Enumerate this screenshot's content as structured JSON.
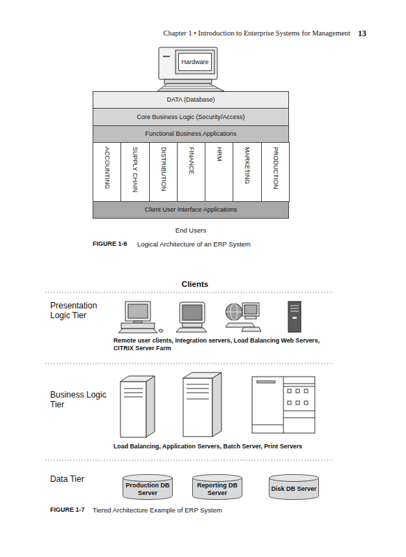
{
  "diagram": {
    "nodes": [
      {
        "text": [
          "Hardware"
        ]
      },
      {
        "text": [
          "DATA (Database)"
        ]
      },
      {
        "text": [
          "Core Business Logic (Security/Access)"
        ]
      },
      {
        "text": [
          "Functional Business Applications"
        ]
      },
      {
        "text": [
          "ACCOUNTING"
        ]
      },
      {
        "text": [
          "SUPPLY CHAIN"
        ]
      },
      {
        "text": [
          "DISTRIBUTION"
        ]
      },
      {
        "text": [
          "FINANCE"
        ]
      },
      {
        "text": [
          "HRM"
        ]
      },
      {
        "text": [
          "MARKETING"
        ]
      },
      {
        "text": [
          "PRODUCTION"
        ]
      },
      {
        "text": [
          "Client User Interface Applications"
        ]
      },
      {
        "text": [
          "Production DB Server"
        ]
      },
      {
        "text": [
          "Reporting DB Server"
        ]
      },
      {
        "text": [
          "Disk DB Server"
        ]
      }
    ],
    "labels": [
      "Chapter 1 • Introduction to Enterprise Systems for Management",
      "13",
      "End Users",
      "FIGURE 1-6",
      "Logical Architecture of an ERP System",
      "Clients",
      "Presentation Logic Tier",
      "Remote user clients, Integration servers, Load Balancing Web Servers, CITRIX Server Farm",
      "Business Logic Tier",
      "Load Balancing, Application Servers, Batch Server, Print Servers",
      "Data Tier",
      "FIGURE 1-7",
      "Tiered Architecture Example of ERP System"
    ]
  }
}
